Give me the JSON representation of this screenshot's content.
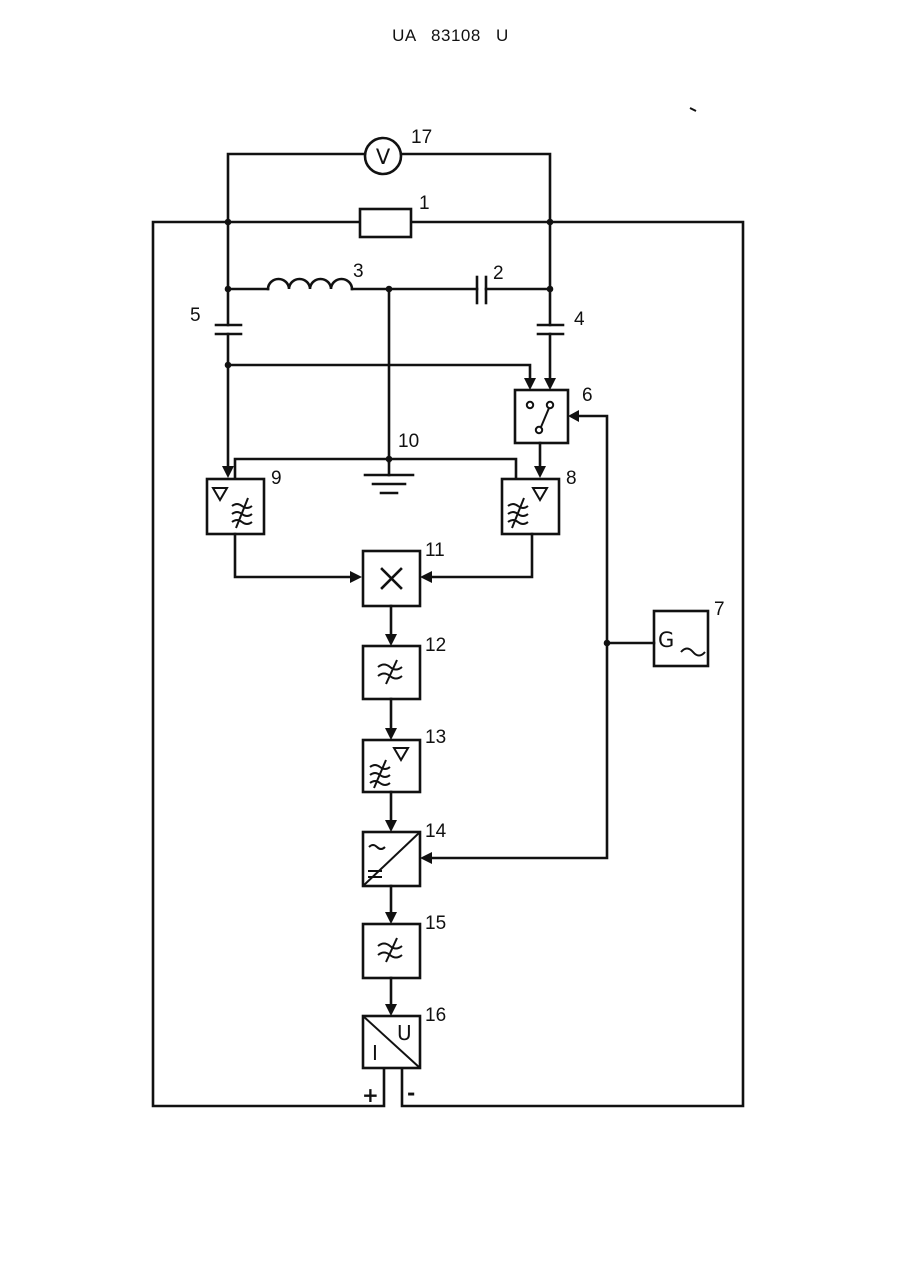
{
  "header": "UA 83108 U",
  "labels": {
    "n1": "1",
    "n2": "2",
    "n3": "3",
    "n4": "4",
    "n5": "5",
    "n6": "6",
    "n7": "7",
    "n8": "8",
    "n9": "9",
    "n10": "10",
    "n11": "11",
    "n12": "12",
    "n13": "13",
    "n14": "14",
    "n15": "15",
    "n16": "16",
    "n17": "17"
  },
  "symbols": {
    "voltmeter": "V",
    "generator": "G",
    "multiplier": "×",
    "converter_i": "I",
    "converter_u": "U",
    "plus": "+",
    "minus": "-"
  }
}
